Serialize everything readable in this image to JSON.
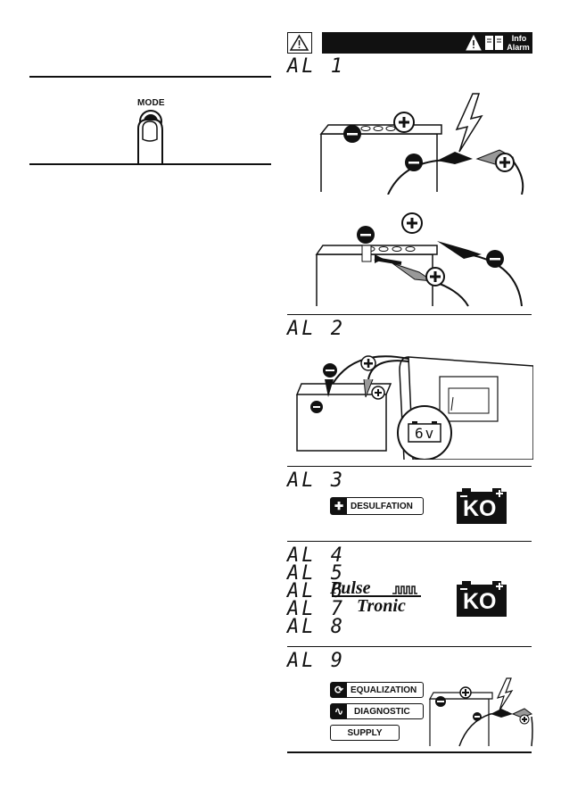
{
  "left_panel": {
    "mode_label": "MODE"
  },
  "header": {
    "info_line1": "Info",
    "info_line2": "Alarm"
  },
  "alarms": [
    {
      "code": "AL 1"
    },
    {
      "code": "AL 2"
    },
    {
      "code": "AL 3"
    },
    {
      "code": "AL 4"
    },
    {
      "code": "AL 5"
    },
    {
      "code": "AL 6"
    },
    {
      "code": "AL 7"
    },
    {
      "code": "AL 8"
    },
    {
      "code": "AL 9"
    }
  ],
  "al2": {
    "display": "6v"
  },
  "al3": {
    "button": "DESULFATION",
    "ko": "KO"
  },
  "pulse": {
    "line1": "Pulse",
    "line2": "Tronic",
    "ko": "KO"
  },
  "al9": {
    "btn1": "EQUALIZATION",
    "btn2": "DIAGNOSTIC",
    "btn3": "SUPPLY"
  },
  "icons": {
    "warning": "warning-triangle-icon",
    "book": "manual-book-icon",
    "finger": "finger-press-icon",
    "battery": "battery-icon",
    "plus": "plus-terminal-icon",
    "minus": "minus-terminal-icon",
    "spark": "lightning-icon"
  }
}
